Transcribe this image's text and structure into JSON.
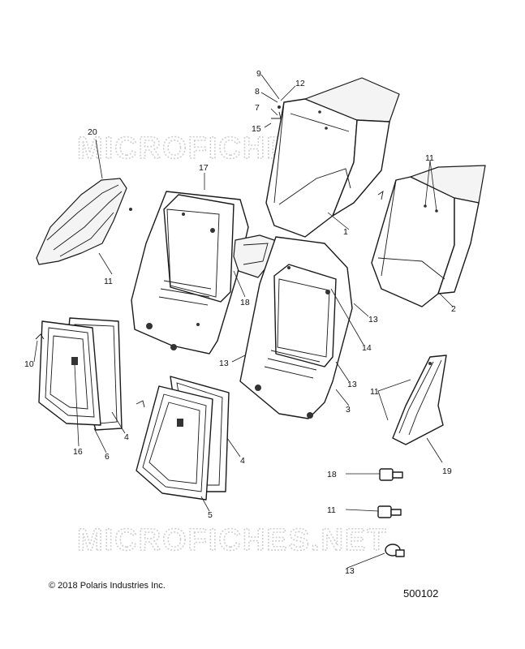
{
  "watermark": "MICROFICHES.NET",
  "copyright": "© 2018 Polaris Industries Inc.",
  "drawing_number": "500102",
  "callouts": {
    "c1": "1",
    "c2": "2",
    "c3": "3",
    "c4a": "4",
    "c4b": "4",
    "c5": "5",
    "c6": "6",
    "c7": "7",
    "c8": "8",
    "c9": "9",
    "c10": "10",
    "c11a": "11",
    "c11b": "11",
    "c11c": "11",
    "c11d": "11",
    "c12": "12",
    "c13a": "13",
    "c13b": "13",
    "c13c": "13",
    "c13d": "13",
    "c14": "14",
    "c15": "15",
    "c16": "16",
    "c17": "17",
    "c18a": "18",
    "c18b": "18",
    "c19": "19",
    "c20": "20"
  }
}
